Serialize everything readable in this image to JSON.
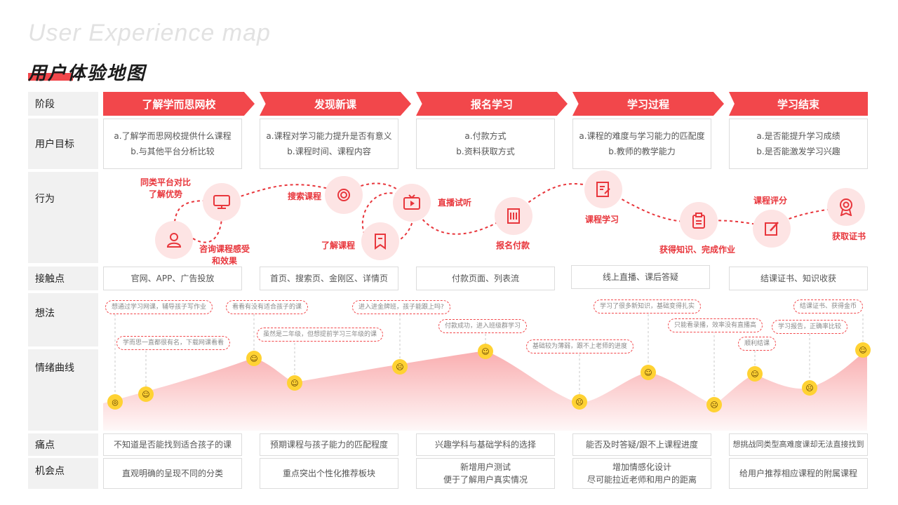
{
  "header": {
    "title_en": "User Experience map",
    "title_cn": "用户体验地图"
  },
  "rows": {
    "stage": "阶段",
    "goal": "用户目标",
    "behavior": "行为",
    "touchpoint": "接触点",
    "thoughts": "想法",
    "emotion": "情绪曲线",
    "pain": "痛点",
    "opportunity": "机会点"
  },
  "stages": [
    {
      "name": "了解学而思网校",
      "goals": [
        "a.了解学而思网校提供什么课程",
        "b.与其他平台分析比较"
      ],
      "touchpoint": "官网、APP、广告投放",
      "pain": "不知道是否能找到适合孩子的课",
      "opportunity": [
        "直观明确的呈现不同的分类"
      ]
    },
    {
      "name": "发现新课",
      "goals": [
        "a.课程对学习能力提升是否有意义",
        "b.课程时间、课程内容"
      ],
      "touchpoint": "首页、搜索页、金刚区、详情页",
      "pain": "预期课程与孩子能力的匹配程度",
      "opportunity": [
        "重点突出个性化推荐板块"
      ]
    },
    {
      "name": "报名学习",
      "goals": [
        "a.付款方式",
        "b.资料获取方式"
      ],
      "touchpoint": "付款页面、列表流",
      "pain": "兴趣学科与基础学科的选择",
      "opportunity": [
        "新增用户测试",
        "便于了解用户真实情况"
      ]
    },
    {
      "name": "学习过程",
      "goals": [
        "a.课程的难度与学习能力的匹配度",
        "b.教师的教学能力"
      ],
      "touchpoint": "线上直播、课后答疑",
      "pain": "能否及时答疑/跟不上课程进度",
      "opportunity": [
        "增加情感化设计",
        "尽可能拉近老师和用户的距离"
      ]
    },
    {
      "name": "学习结束",
      "goals": [
        "a.是否能提升学习成绩",
        "b.是否能激发学习兴趣"
      ],
      "touchpoint": "结课证书、知识收获",
      "pain": "想挑战同类型高难度课却无法直接找到",
      "opportunity": [
        "给用户推荐相应课程的附属课程"
      ]
    }
  ],
  "behaviors": [
    {
      "label": "同类平台对比\n了解优势",
      "icon": "monitor-icon"
    },
    {
      "label": "咨询课程感受\n和效果",
      "icon": "user-icon"
    },
    {
      "label": "搜索课程",
      "icon": "search-icon"
    },
    {
      "label": "了解课程",
      "icon": "bookmark-icon"
    },
    {
      "label": "直播试听",
      "icon": "tv-play-icon"
    },
    {
      "label": "报名付款",
      "icon": "receipt-icon"
    },
    {
      "label": "课程学习",
      "icon": "edit-note-icon"
    },
    {
      "label": "获得知识、完成作业",
      "icon": "clipboard-icon"
    },
    {
      "label": "课程评分",
      "icon": "pencil-icon"
    },
    {
      "label": "获取证书",
      "icon": "badge-icon"
    }
  ],
  "thoughts": [
    "想通过学习网课，辅导孩子写作业",
    "学而思一直都很有名，下载网课看看",
    "看看有没有适合孩子的课",
    "虽然是二年级，但想提前学习三年级的课",
    "进入进金牌班，孩子能跟上吗?",
    "付款成功，进入班级群学习",
    "基础较为薄弱，跟不上老师的进度",
    "学习了很多新知识，基础变得扎实",
    "只能看录播，效率没有直播高",
    "顺利结课",
    "学习报告，正确率比较",
    "结课证书、获得金币"
  ],
  "colors": {
    "accent": "#f2474b",
    "accent_light": "#fde4e4",
    "label_bg": "#f1f1f1",
    "emoji": "#ffd233"
  }
}
